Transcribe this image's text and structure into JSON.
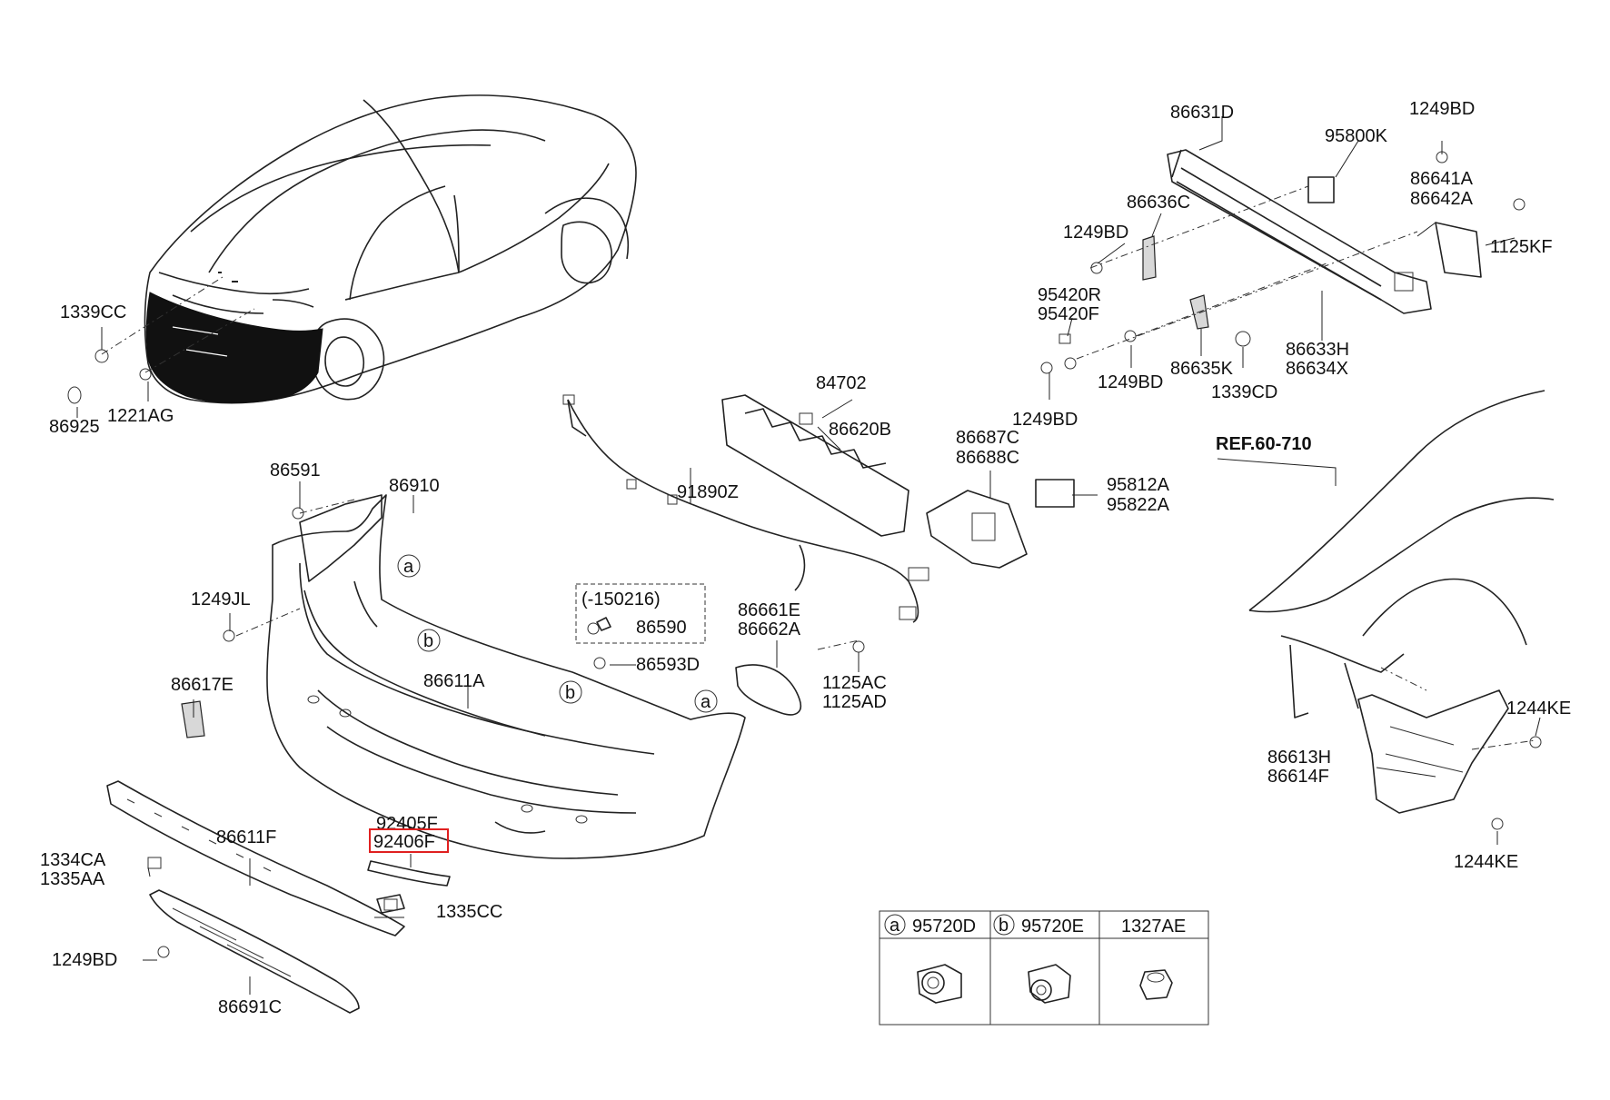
{
  "diagram": {
    "ref_label": "REF.60-710",
    "highlighted_part": "92406F",
    "labels": {
      "86631D": "86631D",
      "1249BD_a": "1249BD",
      "95800K": "95800K",
      "86636C": "86636C",
      "1249BD_b": "1249BD",
      "86641A": "86641A",
      "86642A": "86642A",
      "1125KF": "1125KF",
      "95420R": "95420R",
      "95420F": "95420F",
      "1249BD_c": "1249BD",
      "86635K": "86635K",
      "1339CD": "1339CD",
      "86633H": "86633H",
      "86634X": "86634X",
      "1249BD_d": "1249BD",
      "1339CC": "1339CC",
      "86925": "86925",
      "1221AG": "1221AG",
      "84702": "84702",
      "86620B": "86620B",
      "86687C": "86687C",
      "86688C": "86688C",
      "95812A": "95812A",
      "95822A": "95822A",
      "86591": "86591",
      "86910": "86910",
      "91890Z": "91890Z",
      "1249JL": "1249JL",
      "date_range": "(-150216)",
      "86590": "86590",
      "86661E": "86661E",
      "86662A": "86662A",
      "86593D": "86593D",
      "86617E": "86617E",
      "86611A": "86611A",
      "1125AC": "1125AC",
      "1125AD": "1125AD",
      "1244KE_a": "1244KE",
      "86613H": "86613H",
      "86614F": "86614F",
      "1244KE_b": "1244KE",
      "92405F": "92405F",
      "92406F": "92406F",
      "86611F": "86611F",
      "1334CA": "1334CA",
      "1335AA": "1335AA",
      "1335CC": "1335CC",
      "1249BD_e": "1249BD",
      "86691C": "86691C"
    },
    "callout_a": "a",
    "callout_b": "b",
    "legend": {
      "cells": [
        {
          "letter": "a",
          "part": "95720D"
        },
        {
          "letter": "b",
          "part": "95720E"
        },
        {
          "letter": "",
          "part": "1327AE"
        }
      ]
    }
  }
}
